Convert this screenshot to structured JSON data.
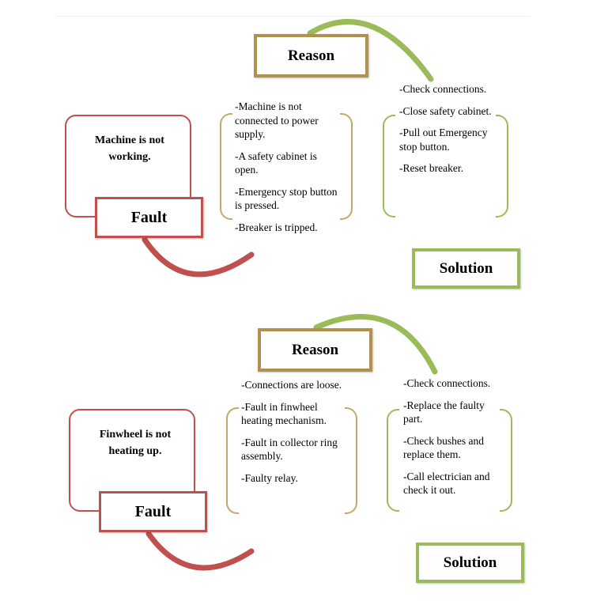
{
  "diagrams": [
    {
      "problem": "Machine is not working.",
      "fault_label": "Fault",
      "reason_label": "Reason",
      "solution_label": "Solution",
      "reasons": [
        "-Machine is not connected to power supply.",
        "-A safety cabinet is open.",
        "-Emergency stop button is pressed.",
        "-Breaker is tripped."
      ],
      "solutions": [
        "-Check connections.",
        "-Close safety cabinet.",
        "-Pull out Emergency stop button.",
        "-Reset breaker."
      ]
    },
    {
      "problem": "Finwheel is not heating up.",
      "fault_label": "Fault",
      "reason_label": "Reason",
      "solution_label": "Solution",
      "reasons": [
        "-Connections are loose.",
        "-Fault in finwheel heating mechanism.",
        "-Fault in collector ring assembly.",
        "-Faulty relay."
      ],
      "solutions": [
        "-Check connections.",
        "-Replace the faulty part.",
        "-Check bushes and replace them.",
        "-Call electrician and check it out."
      ]
    }
  ],
  "colors": {
    "fault": "#c0504d",
    "reason": "#b0924e",
    "solution": "#9bbb59"
  }
}
